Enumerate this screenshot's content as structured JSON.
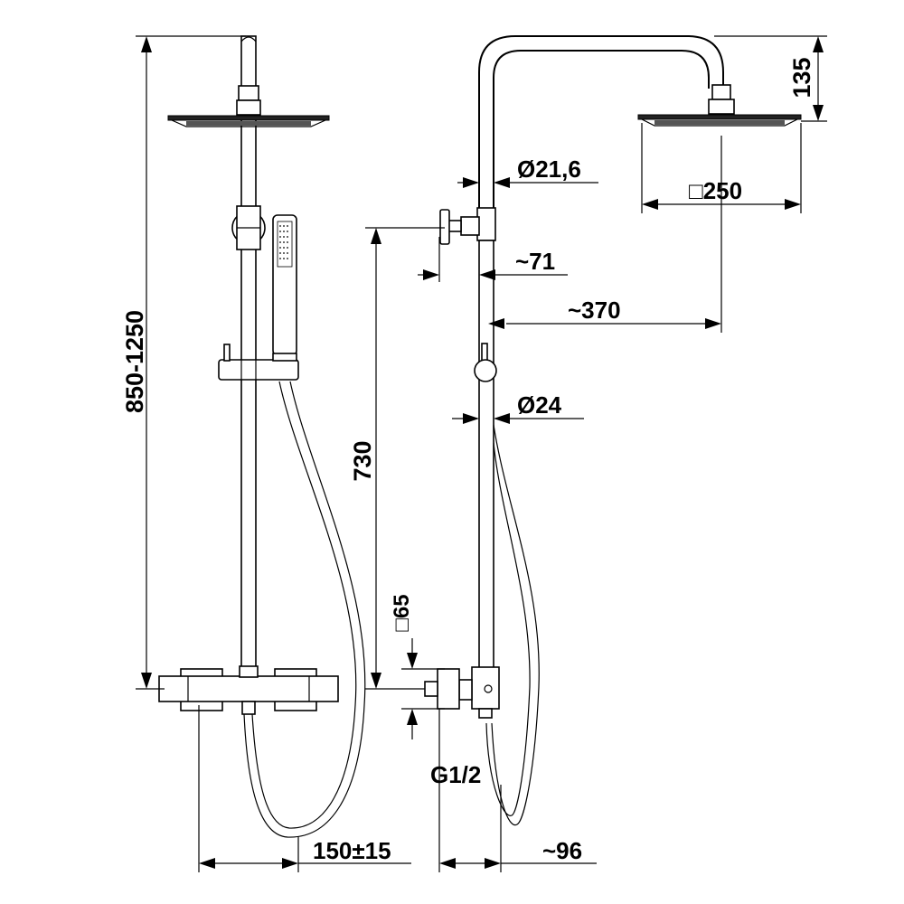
{
  "dimensions": {
    "total_height": "850-1250",
    "spout_height": "730",
    "valve_square": "□65",
    "outlet_spacing": "150±15",
    "head_drop": "135",
    "pipe_upper_dia": "Ø21,6",
    "head_square": "□250",
    "diverter_depth": "~71",
    "arm_reach": "~370",
    "pipe_lower_dia": "Ø24",
    "inlet_thread": "G1/2",
    "wall_depth": "~96"
  }
}
